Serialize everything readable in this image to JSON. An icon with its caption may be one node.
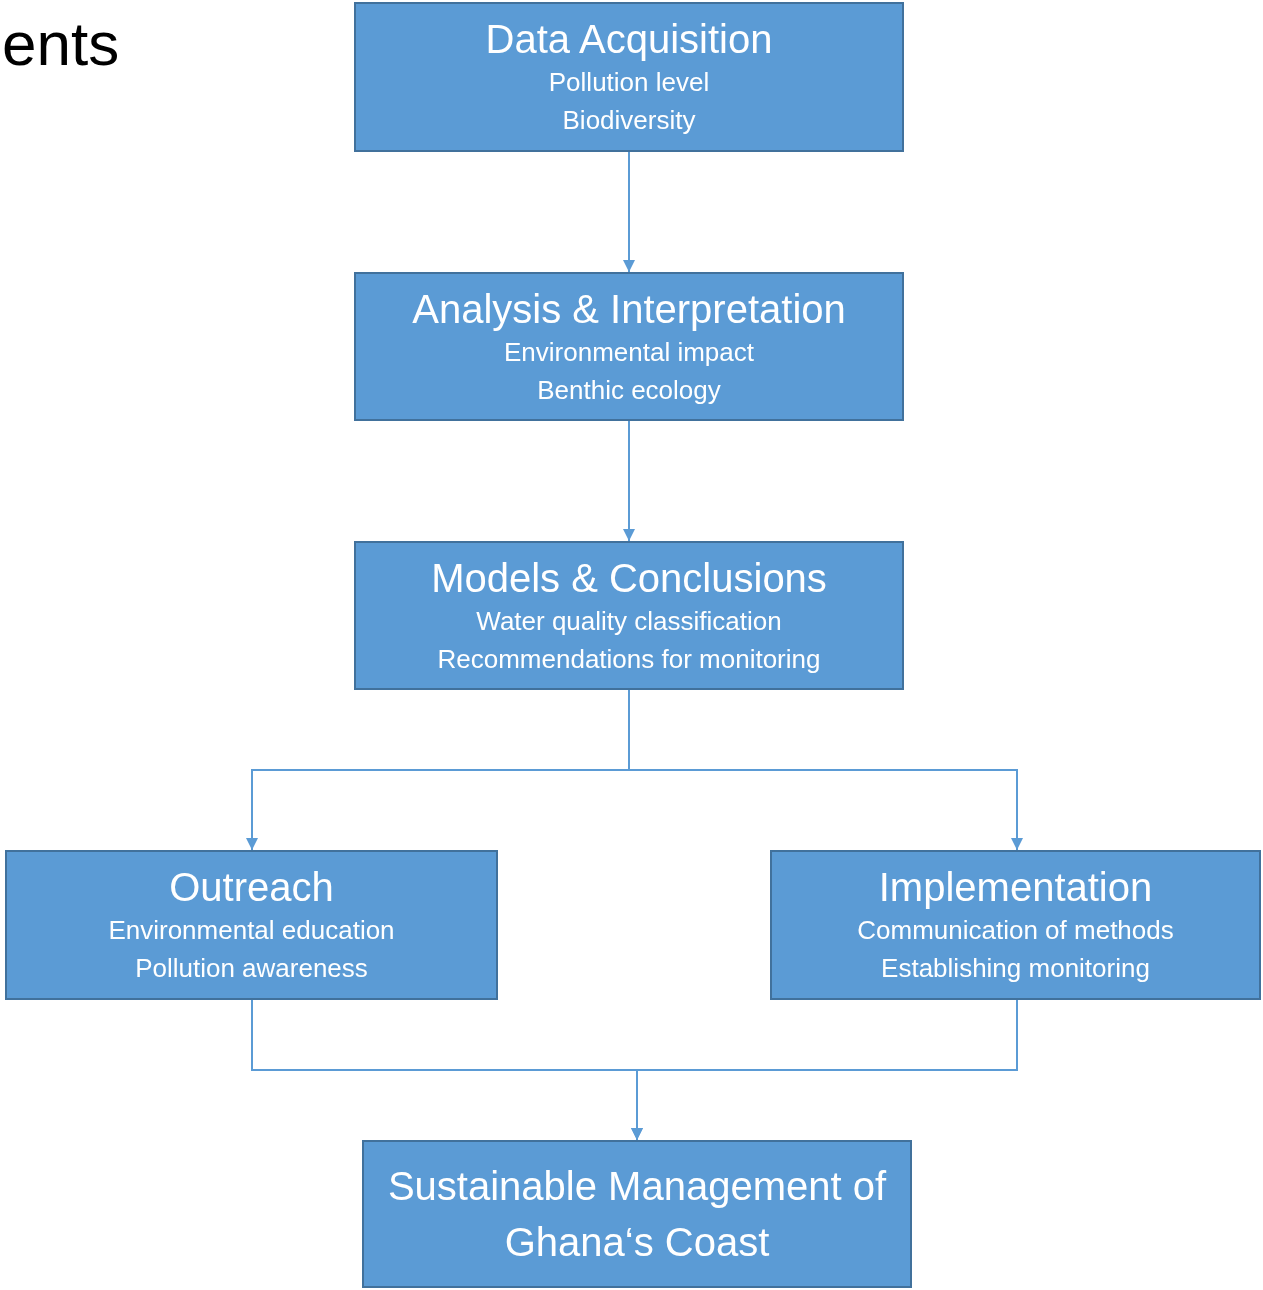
{
  "diagram": {
    "nodes": [
      {
        "text": [
          "Data Acquisition",
          "Pollution level",
          "Biodiversity"
        ]
      },
      {
        "text": [
          "Analysis & Interpretation",
          "Environmental impact",
          "Benthic ecology"
        ]
      },
      {
        "text": [
          "Models & Conclusions",
          "Water quality classification",
          "Recommendations for monitoring"
        ]
      },
      {
        "text": [
          "Outreach",
          "Environmental education",
          "Pollution awareness"
        ]
      },
      {
        "text": [
          "Implementation",
          "Communication of methods",
          "Establishing monitoring"
        ]
      },
      {
        "text": [
          "Sustainable Management of Ghana‘s Coast"
        ]
      }
    ],
    "edges": [
      {
        "from": 0,
        "to": 1,
        "arrow": "to"
      },
      {
        "from": 1,
        "to": 2,
        "arrow": "to"
      },
      {
        "from": 2,
        "to": 3,
        "arrow": "to"
      },
      {
        "from": 2,
        "to": 4,
        "arrow": "to"
      },
      {
        "from": 3,
        "to": 5,
        "arrow": "to"
      },
      {
        "from": 4,
        "to": 5,
        "arrow": "to"
      }
    ],
    "labels": [
      "ents"
    ]
  }
}
